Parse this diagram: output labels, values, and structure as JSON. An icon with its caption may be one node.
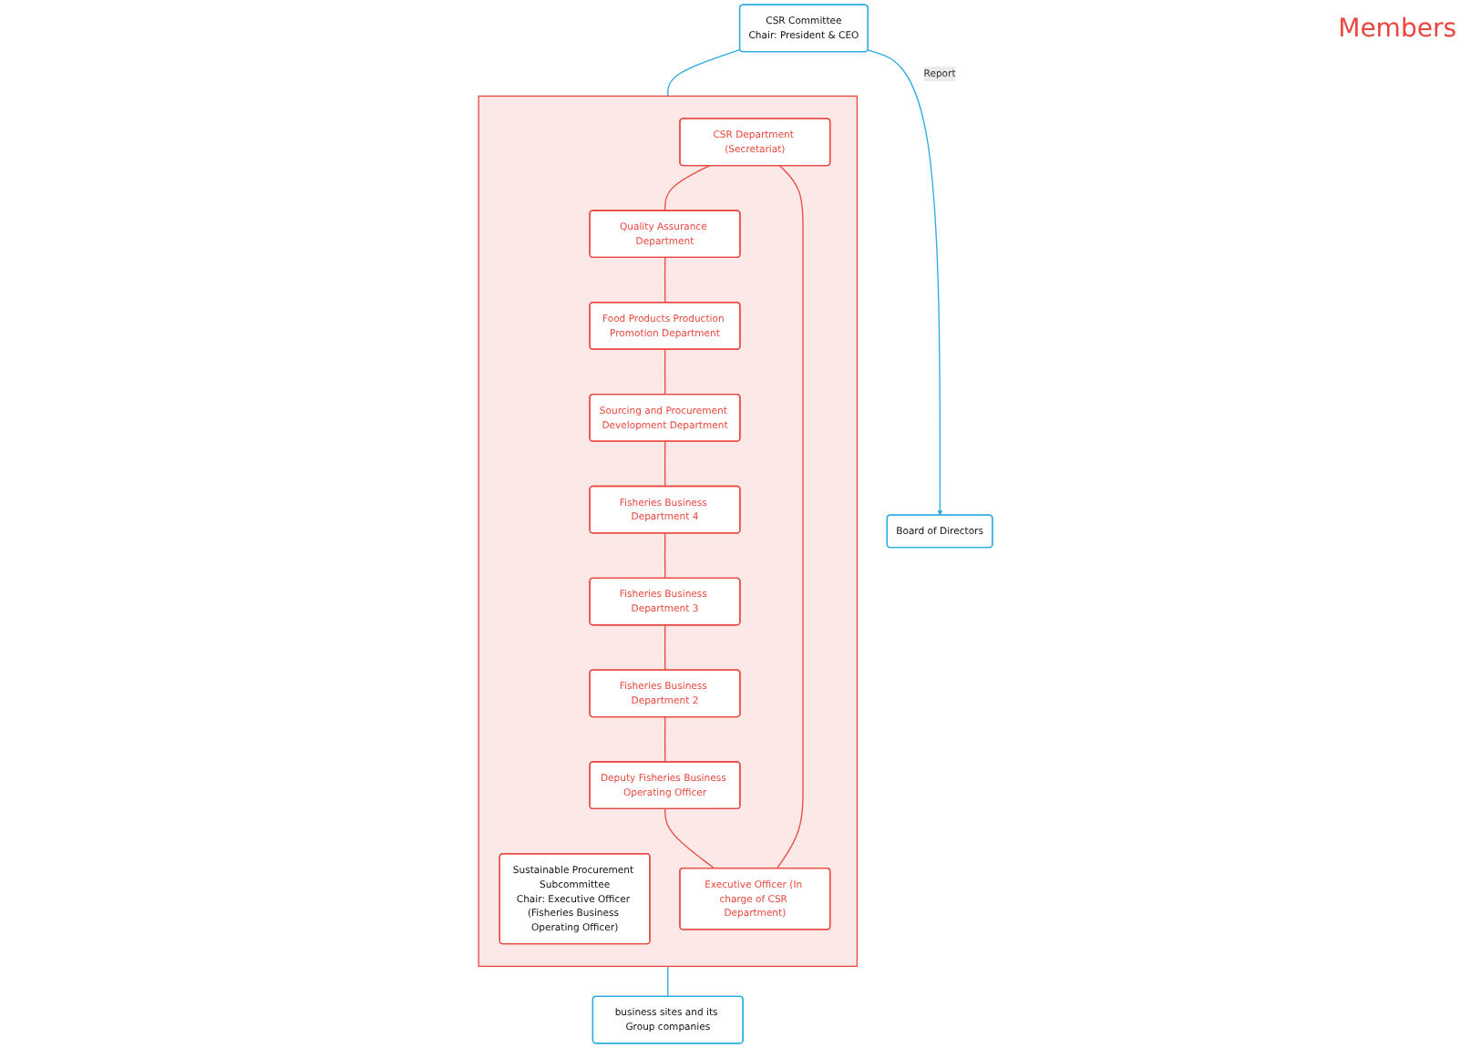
{
  "diagram": {
    "nodes": [
      {
        "text": [
          "CSR Committee",
          "Chair: President & CEO"
        ]
      },
      {
        "text": [
          "Board of Directors"
        ]
      },
      {
        "text": [],
        "shape": "box"
      },
      {
        "text": [
          "Sustainable Procurement Subcommittee",
          "Chair: Executive Officer (Fisheries Business Operating Officer)"
        ],
        "in": 2
      },
      {
        "text": [
          "CSR Department (Secretariat)"
        ],
        "in": 2
      },
      {
        "text": [
          "Executive Officer (In charge of CSR Department)"
        ],
        "in": 2
      },
      {
        "text": [
          "Quality Assurance Department"
        ],
        "in": 2
      },
      {
        "text": [
          "Deputy Fisheries Business Operating Officer"
        ],
        "in": 2
      },
      {
        "text": [
          "Food Products Production Promotion Department"
        ],
        "in": 2
      },
      {
        "text": [
          "Fisheries Business Department 2"
        ],
        "in": 2
      },
      {
        "text": [
          "Sourcing and Procurement Development Department"
        ],
        "in": 2
      },
      {
        "text": [
          "Fisheries Business Department 3"
        ],
        "in": 2
      },
      {
        "text": [
          "Fisheries Business Department 4"
        ],
        "in": 2
      },
      {
        "text": [
          "business sites and its Group companies"
        ]
      }
    ],
    "edges": [
      {
        "from": 0,
        "to": 1,
        "arrow": "to",
        "label": "Report",
        "color": "#29abe2"
      },
      {
        "from": 0,
        "to": 2,
        "arrow": "none",
        "color": "#29abe2"
      },
      {
        "from": 2,
        "to": 13,
        "arrow": "none",
        "color": "#29abe2"
      },
      {
        "from": 4,
        "to": 6,
        "arrow": "none"
      },
      {
        "from": 6,
        "to": 8,
        "arrow": "none"
      },
      {
        "from": 8,
        "to": 10,
        "arrow": "none"
      },
      {
        "from": 10,
        "to": 12,
        "arrow": "none"
      },
      {
        "from": 12,
        "to": 11,
        "arrow": "none"
      },
      {
        "from": 11,
        "to": 9,
        "arrow": "none"
      },
      {
        "from": 9,
        "to": 7,
        "arrow": "none"
      },
      {
        "from": 7,
        "to": 5,
        "arrow": "none"
      },
      {
        "from": 5,
        "to": 4,
        "arrow": "none"
      }
    ],
    "labels": [
      "Members"
    ]
  }
}
